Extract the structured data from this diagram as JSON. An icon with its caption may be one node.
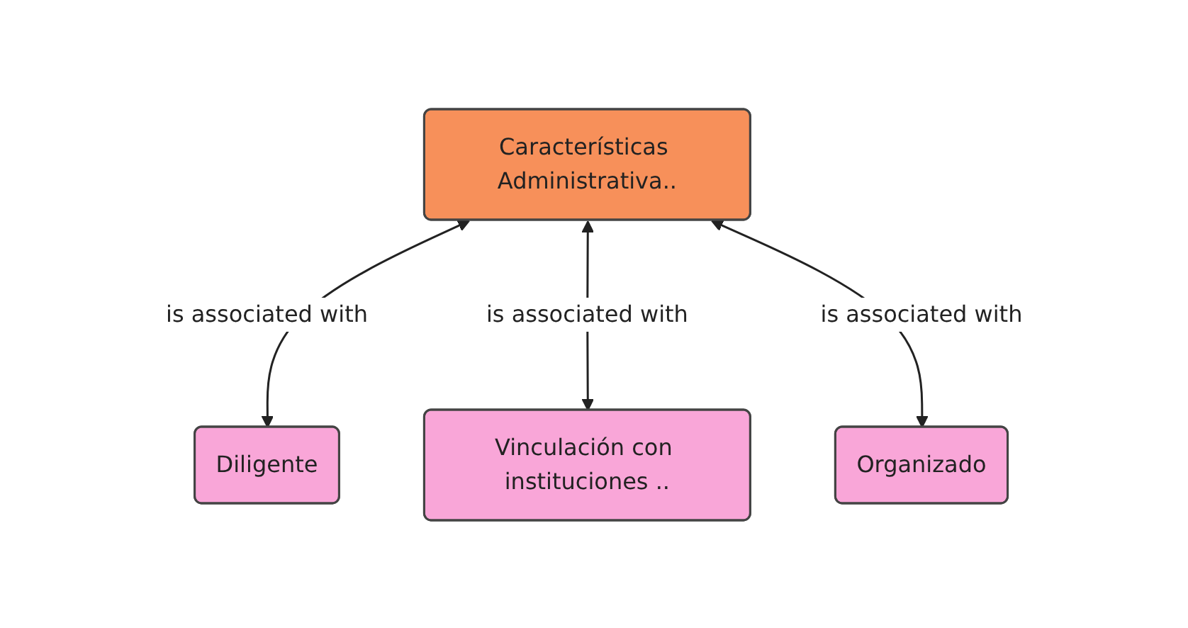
{
  "diagram": {
    "nodes": [
      {
        "text": [
          "Características Administrativa.."
        ]
      },
      {
        "text": [
          "Diligente"
        ]
      },
      {
        "text": [
          "Vinculación con instituciones .."
        ]
      },
      {
        "text": [
          "Organizado"
        ]
      }
    ],
    "edges": [
      {
        "from": 0,
        "to": 1,
        "arrow": "both",
        "label": "is associated with"
      },
      {
        "from": 0,
        "to": 2,
        "arrow": "both",
        "label": "is associated with"
      },
      {
        "from": 0,
        "to": 3,
        "arrow": "both",
        "label": "is associated with"
      }
    ]
  }
}
